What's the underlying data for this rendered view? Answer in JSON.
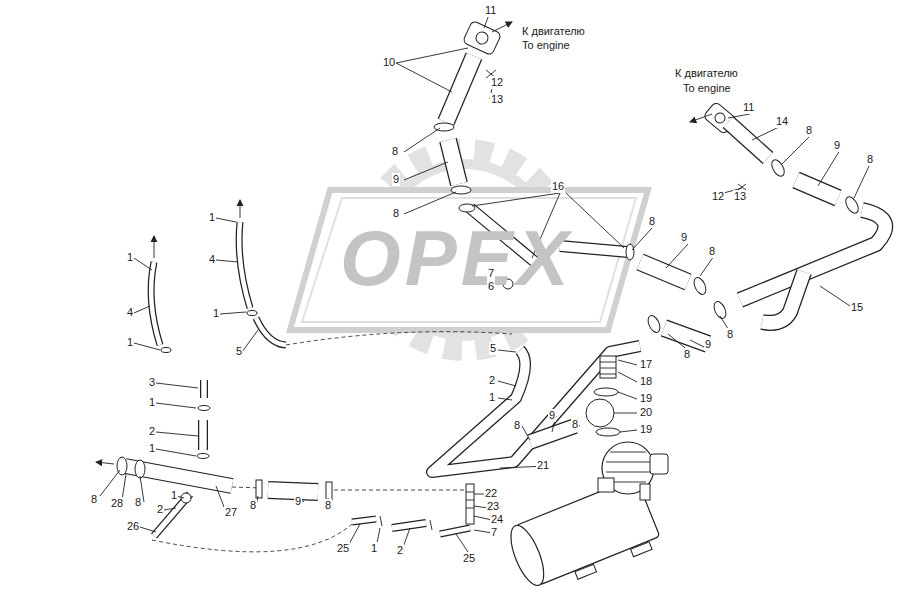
{
  "diagram": {
    "labels": [
      "11",
      "К двигателю",
      "To engine",
      "10",
      "12",
      "13",
      "8",
      "9",
      "8",
      "16",
      "К двигателю",
      "To engine",
      "11",
      "14",
      "8",
      "9",
      "8",
      "12",
      "13",
      "8",
      "9",
      "8",
      "7",
      "6",
      "15",
      "9",
      "8",
      "8",
      "1",
      "4",
      "1",
      "3",
      "1",
      "2",
      "1",
      "1",
      "4",
      "1",
      "5",
      "5",
      "2",
      "1",
      "17",
      "18",
      "19",
      "9",
      "8",
      "20",
      "19",
      "8",
      "21",
      "8",
      "28",
      "8",
      "1",
      "2",
      "26",
      "27",
      "8",
      "9",
      "8",
      "22",
      "23",
      "24",
      "7",
      "25",
      "1",
      "2",
      "25",
      "OPEX"
    ]
  }
}
